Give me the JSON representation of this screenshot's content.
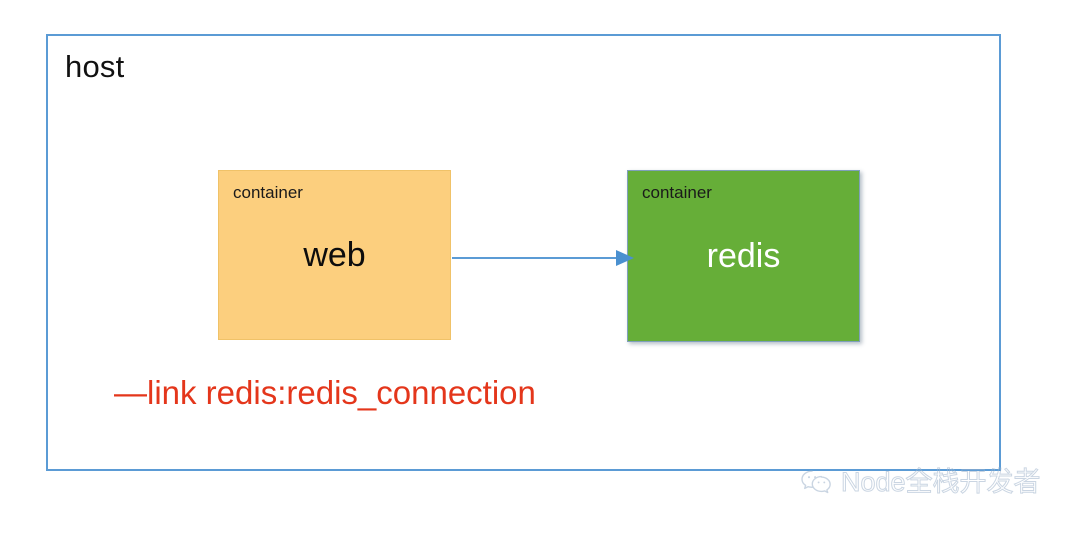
{
  "diagram": {
    "host": {
      "label": "host",
      "border_color": "#5b9bd5"
    },
    "containers": [
      {
        "kind_label": "container",
        "name": "web",
        "fill_color": "#fccf7e",
        "text_color": "#0d0d0d"
      },
      {
        "kind_label": "container",
        "name": "redis",
        "fill_color": "#66ae38",
        "text_color": "#ffffff"
      }
    ],
    "connector": {
      "from": "web",
      "to": "redis",
      "color": "#5b9bd5",
      "icon": "arrow-right-icon"
    },
    "command": {
      "text": "—link redis:redis_connection",
      "color": "#e4361b"
    }
  },
  "watermark": {
    "icon": "wechat-icon",
    "text": "Node全栈开发者",
    "color": "#9fb4cc"
  }
}
